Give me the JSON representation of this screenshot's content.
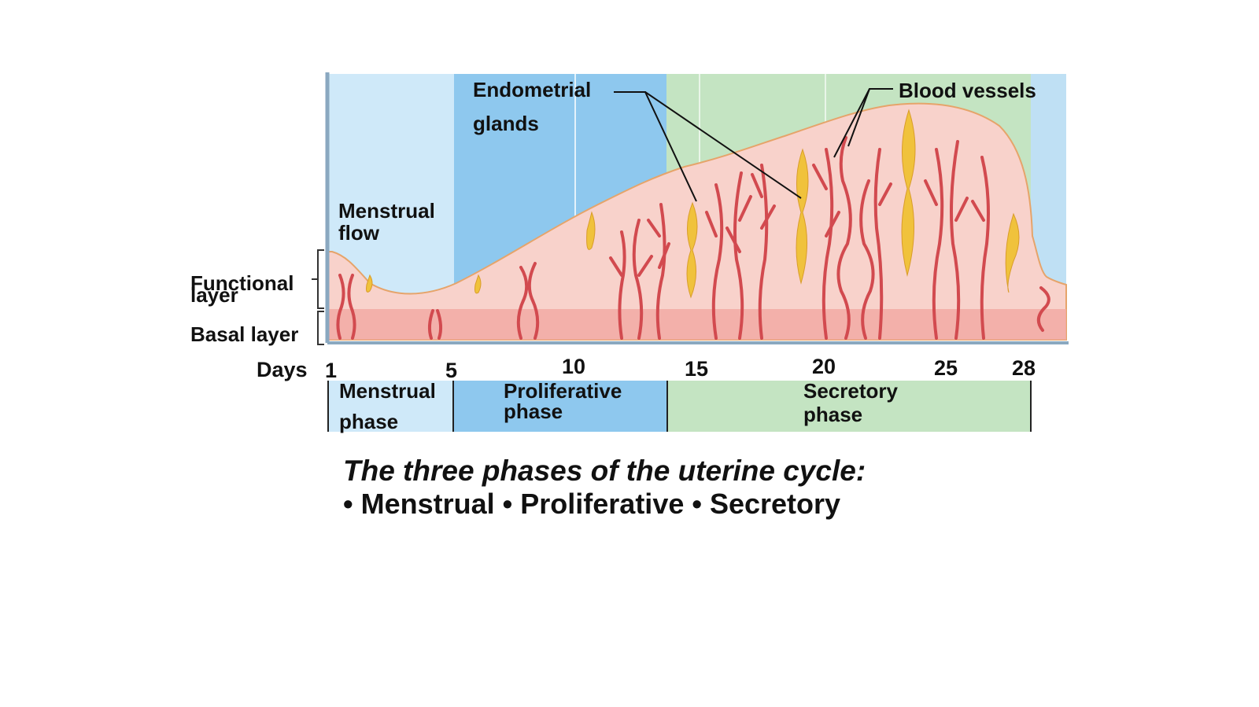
{
  "labels": {
    "endometrial_glands_line1": "Endometrial",
    "endometrial_glands_line2": "glands",
    "blood_vessels": "Blood vessels",
    "menstrual_flow_line1": "Menstrual",
    "menstrual_flow_line2": "flow",
    "functional_layer_line1": "Functional",
    "functional_layer_line2": "layer",
    "basal_layer": "Basal layer"
  },
  "axis": {
    "title": "Days",
    "ticks": [
      "1",
      "5",
      "10",
      "15",
      "20",
      "25",
      "28"
    ]
  },
  "phases": [
    {
      "line1": "Menstrual",
      "line2": "phase",
      "color": "#cfe9f9"
    },
    {
      "line1": "Proliferative",
      "line2": "phase",
      "color": "#8ec8ee"
    },
    {
      "line1": "Secretory",
      "line2": "phase",
      "color": "#c4e4c2"
    }
  ],
  "colors": {
    "menstrual_bg": "#cfe9f9",
    "proliferative_bg": "#8ec8ee",
    "secretory_bg": "#c4e4c2",
    "endometrium": "#f8d2cb",
    "basal": "#f2aaa4",
    "vessel": "#d24a4f",
    "gland": "#f0c23c"
  },
  "caption": {
    "title": "The three phases of the uterine cycle:",
    "items": [
      "Menstrual",
      "Proliferative",
      "Secretory"
    ]
  }
}
